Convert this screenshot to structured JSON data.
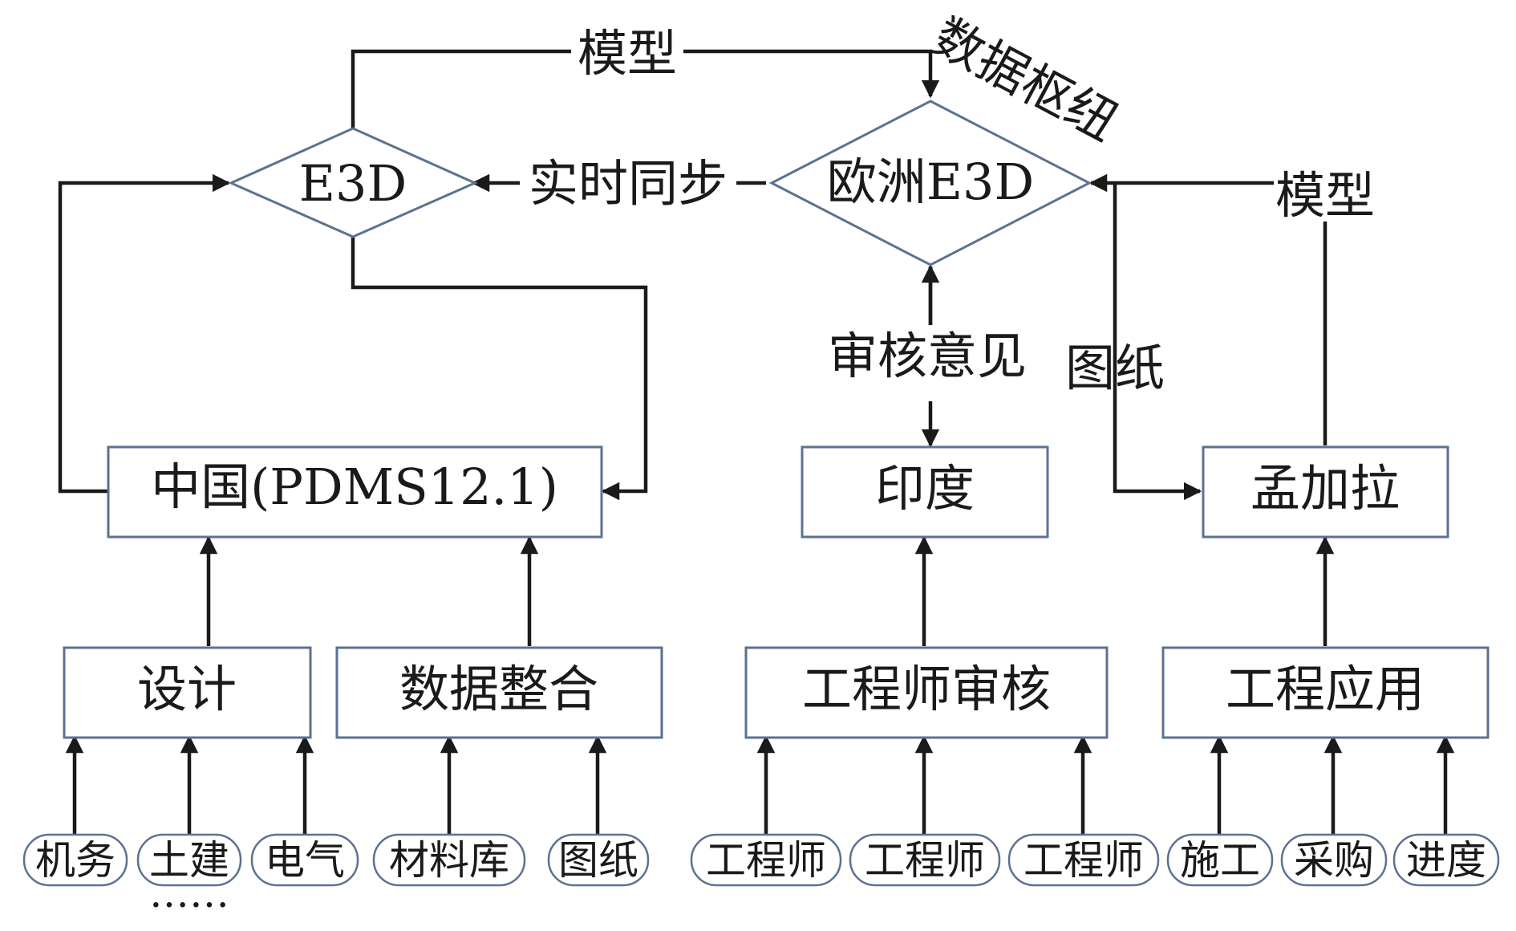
{
  "nodes": {
    "e3d": "E3D",
    "europe_e3d": "欧洲E3D",
    "china": "中国(PDMS12.1)",
    "india": "印度",
    "bangladesh": "孟加拉",
    "design": "设计",
    "data_integration": "数据整合",
    "engineer_review": "工程师审核",
    "engineering_application": "工程应用"
  },
  "sources": {
    "mechanical": "机务",
    "civil": "土建",
    "electrical": "电气",
    "ellipsis": "……",
    "material_library": "材料库",
    "drawings": "图纸",
    "engineer_1": "工程师",
    "engineer_2": "工程师",
    "engineer_3": "工程师",
    "construction": "施工",
    "procurement": "采购",
    "schedule": "进度"
  },
  "edge_labels": {
    "model_top": "模型",
    "data_hub": "数据枢纽",
    "realtime_sync": "实时同步",
    "model_right": "模型",
    "review_comments": "审核意见",
    "drawings": "图纸"
  },
  "colors": {
    "node_border": "#5b7291",
    "edge": "#1a1a1a"
  }
}
